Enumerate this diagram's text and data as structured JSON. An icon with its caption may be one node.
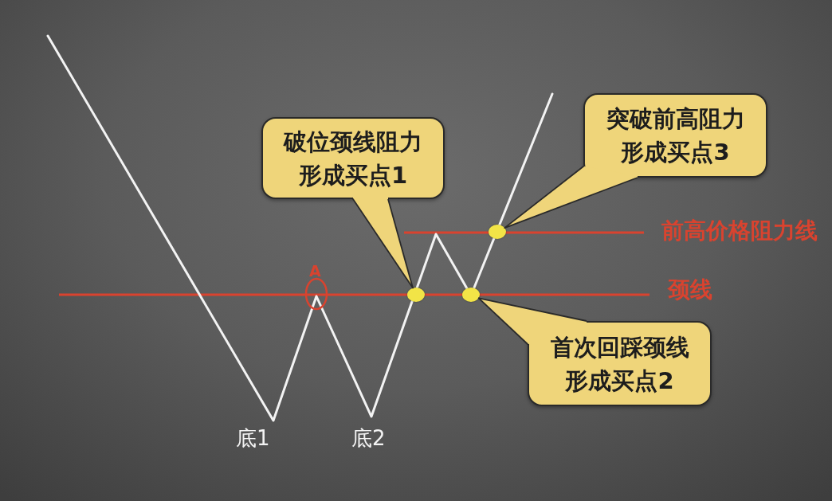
{
  "diagram": {
    "nodes": [
      {
        "text": [
          "破位颈线阻力形成买点1"
        ]
      },
      {
        "text": [
          "突破前高阻力形成买点3"
        ]
      },
      {
        "text": [],
        "shape": "circle"
      },
      {
        "text": [],
        "shape": "circle"
      },
      {
        "text": [],
        "shape": "circle"
      },
      {
        "text": [
          "首次回踩颈线形成买点2"
        ]
      }
    ],
    "edges": [
      {
        "from": 0,
        "to": 3,
        "arrow": "none"
      },
      {
        "from": 1,
        "to": 2,
        "arrow": "none"
      },
      {
        "from": 5,
        "to": 4,
        "arrow": "none"
      }
    ],
    "labels": [
      "前高价格阻力线",
      "A",
      "颈线",
      "底1",
      "底2"
    ]
  }
}
